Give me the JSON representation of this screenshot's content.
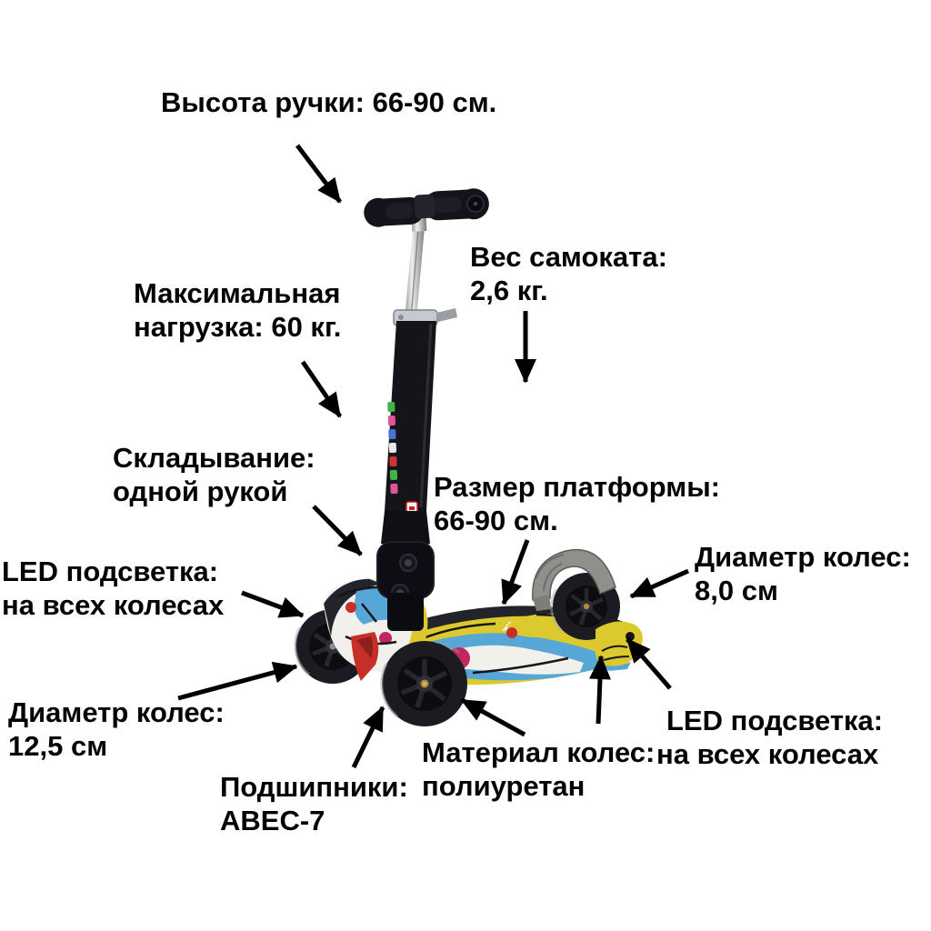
{
  "labels": {
    "handle_height": {
      "line1": "Высота ручки: 66-90 см.",
      "line2": ""
    },
    "scooter_weight": {
      "line1": "Вес самоката:",
      "line2": "2,6 кг."
    },
    "max_load": {
      "line1": "Максимальная",
      "line2": "нагрузка: 60 кг."
    },
    "folding": {
      "line1": "Складывание:",
      "line2": "одной рукой"
    },
    "led_left": {
      "line1": "LED подсветка:",
      "line2": "на всех колесах"
    },
    "wheel_diameter_front": {
      "line1": "Диаметр колес:",
      "line2": "12,5 см"
    },
    "bearings": {
      "line1": "Подшипники:",
      "line2": "ABEC-7"
    },
    "wheel_material": {
      "line1": "Материал колес:",
      "line2": "полиуретан"
    },
    "platform_size": {
      "line1": "Размер платформы:",
      "line2": "66-90 см."
    },
    "wheel_diameter_rear": {
      "line1": "Диаметр колес:",
      "line2": "8,0 см"
    },
    "led_right": {
      "line1": "LED подсветка:",
      "line2": "на всех колесах"
    }
  },
  "colors": {
    "background": "#ffffff",
    "text": "#040404",
    "arrow": "#000000",
    "deck_yellow": "#dcc92d",
    "deck_blue": "#56a6d6",
    "deck_white": "#f1f0ea",
    "deck_magenta": "#c2265f",
    "accent_red": "#c62f28",
    "frame_black": "#14141a",
    "chrome_light": "#e9e9e9",
    "chrome_dark": "#8a8a8a",
    "fender_gray": "#8f8f8b",
    "sticker_green": "#44b04a",
    "sticker_pink": "#e0559a",
    "sticker_blue": "#4a70d4",
    "sticker_red": "#d23434"
  }
}
